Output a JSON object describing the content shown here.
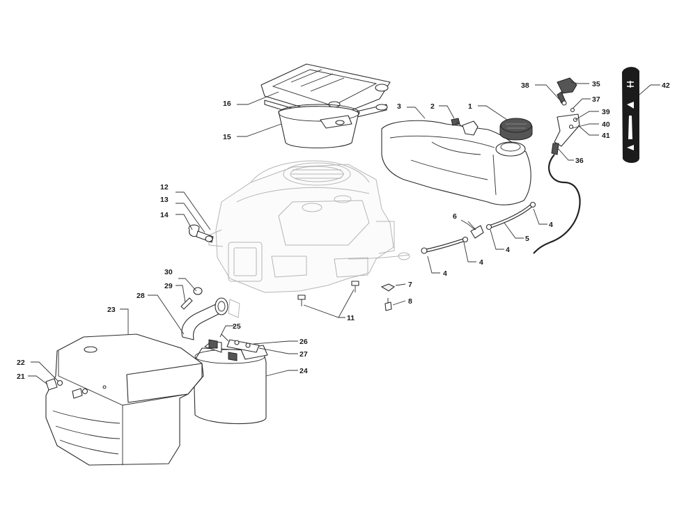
{
  "diagram": {
    "callouts": [
      {
        "id": "1",
        "label": "1"
      },
      {
        "id": "2",
        "label": "2"
      },
      {
        "id": "3",
        "label": "3"
      },
      {
        "id": "4a",
        "label": "4"
      },
      {
        "id": "4b",
        "label": "4"
      },
      {
        "id": "4c",
        "label": "4"
      },
      {
        "id": "4d",
        "label": "4"
      },
      {
        "id": "5",
        "label": "5"
      },
      {
        "id": "6",
        "label": "6"
      },
      {
        "id": "7",
        "label": "7"
      },
      {
        "id": "8",
        "label": "8"
      },
      {
        "id": "11",
        "label": "11"
      },
      {
        "id": "12",
        "label": "12"
      },
      {
        "id": "13",
        "label": "13"
      },
      {
        "id": "14",
        "label": "14"
      },
      {
        "id": "15",
        "label": "15"
      },
      {
        "id": "16",
        "label": "16"
      },
      {
        "id": "21",
        "label": "21"
      },
      {
        "id": "22",
        "label": "22"
      },
      {
        "id": "23",
        "label": "23"
      },
      {
        "id": "24",
        "label": "24"
      },
      {
        "id": "25",
        "label": "25"
      },
      {
        "id": "26",
        "label": "26"
      },
      {
        "id": "27",
        "label": "27"
      },
      {
        "id": "28",
        "label": "28"
      },
      {
        "id": "29",
        "label": "29"
      },
      {
        "id": "30",
        "label": "30"
      },
      {
        "id": "35",
        "label": "35"
      },
      {
        "id": "36",
        "label": "36"
      },
      {
        "id": "37",
        "label": "37"
      },
      {
        "id": "38",
        "label": "38"
      },
      {
        "id": "39",
        "label": "39"
      },
      {
        "id": "40",
        "label": "40"
      },
      {
        "id": "41",
        "label": "41"
      },
      {
        "id": "42",
        "label": "42"
      }
    ],
    "colors": {
      "line": "#2a2a2a",
      "decal": "#1b1b1b",
      "background": "#ffffff"
    }
  }
}
